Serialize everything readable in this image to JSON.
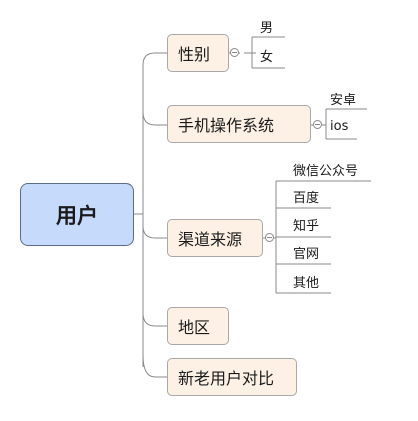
{
  "root": {
    "label": "用户"
  },
  "branches": [
    {
      "label": "性别",
      "children": [
        "男",
        "女"
      ]
    },
    {
      "label": "手机操作系统",
      "children": [
        "安卓",
        "ios"
      ]
    },
    {
      "label": "渠道来源",
      "children": [
        "微信公众号",
        "百度",
        "知乎",
        "官网",
        "其他"
      ]
    },
    {
      "label": "地区",
      "children": []
    },
    {
      "label": "新老用户对比",
      "children": []
    }
  ]
}
